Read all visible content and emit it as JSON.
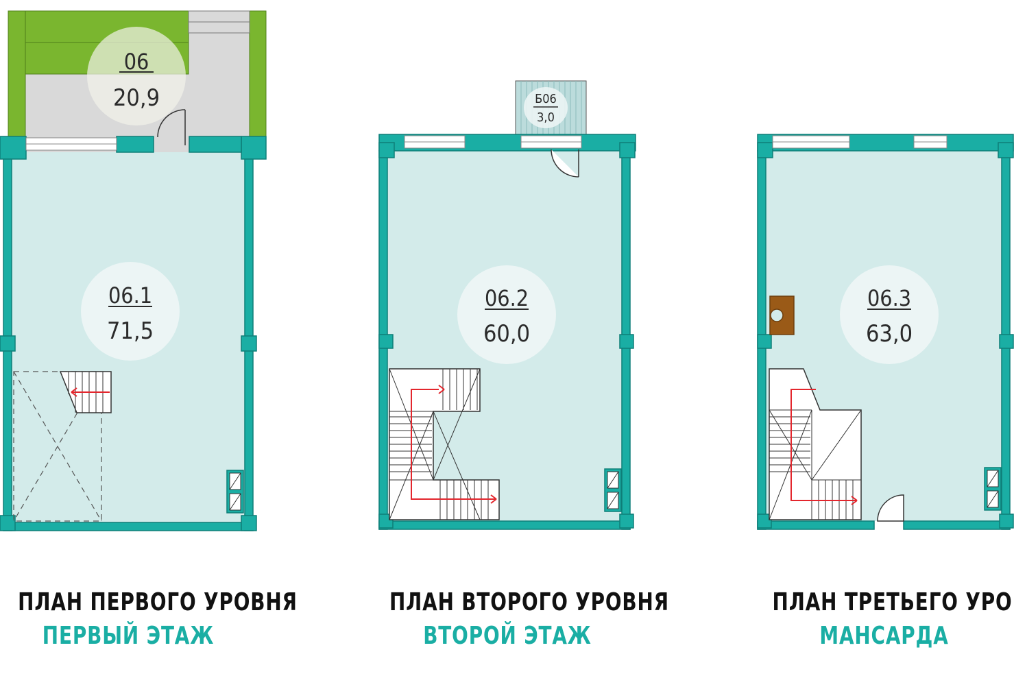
{
  "colors": {
    "wall": "#1aaea4",
    "wall_stroke": "#0e7f78",
    "room_fill": "#d3ebea",
    "terrace_green": "#7ab62f",
    "terrace_grey": "#d9d9d9",
    "balcony_fill": "#bcdcdc",
    "chimney": "#9a5a17",
    "stair_arrow": "#e3262d",
    "subtitle": "#1aaea4"
  },
  "plans": [
    {
      "room_number": "06.1",
      "room_area": "71,5",
      "title": "ПЛАН ПЕРВОГО УРОВНЯ",
      "subtitle": "ПЕРВЫЙ ЭТАЖ",
      "terrace": {
        "number": "06",
        "area": "20,9"
      }
    },
    {
      "room_number": "06.2",
      "room_area": "60,0",
      "title": "ПЛАН ВТОРОГО УРОВНЯ",
      "subtitle": "ВТОРОЙ ЭТАЖ",
      "balcony": {
        "number": "Б06",
        "area": "3,0"
      }
    },
    {
      "room_number": "06.3",
      "room_area": "63,0",
      "title": "ПЛАН ТРЕТЬЕГО УРОВНЯ",
      "subtitle": "МАНСАРДА"
    }
  ]
}
